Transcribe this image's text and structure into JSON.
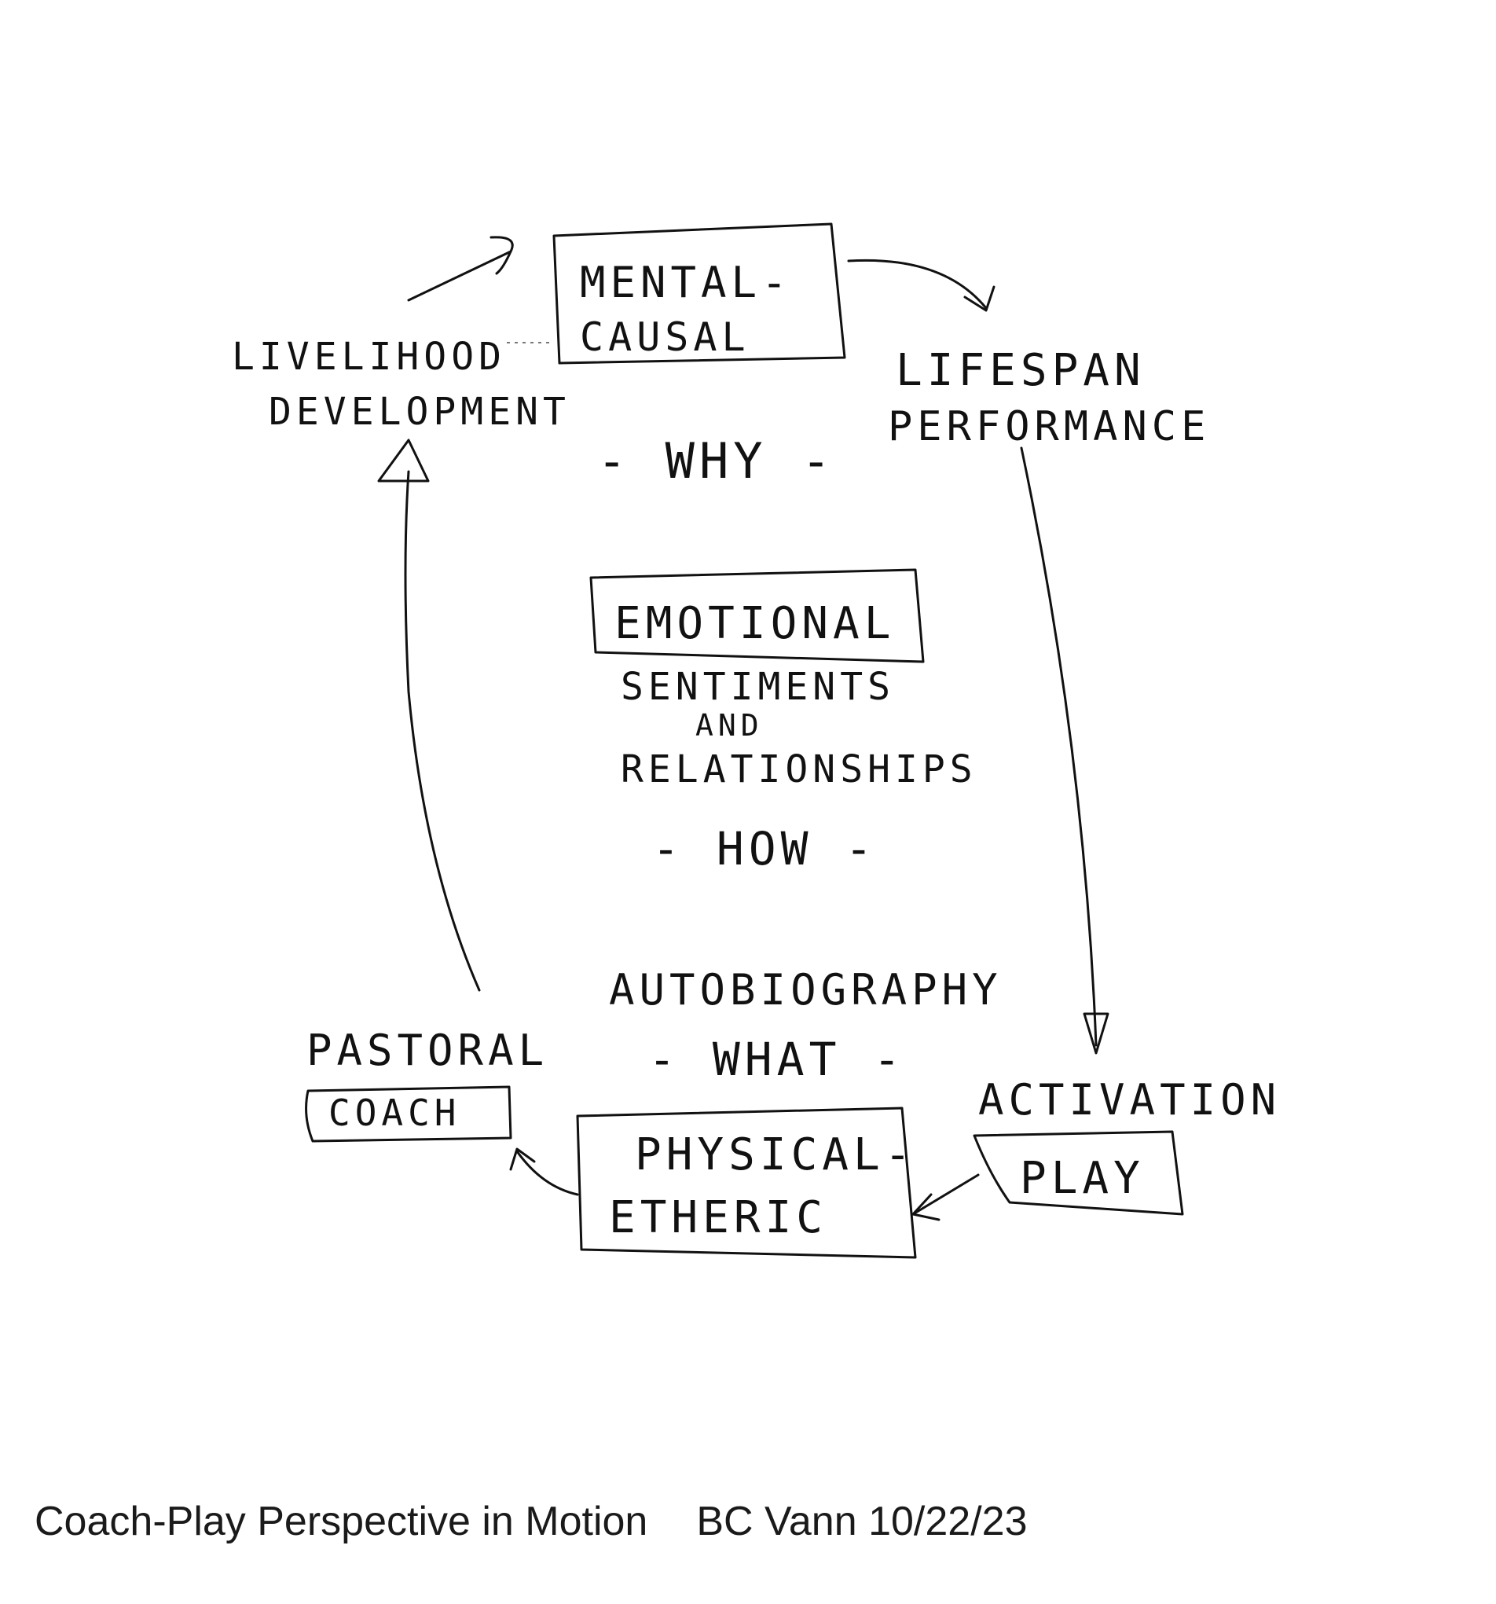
{
  "diagram": {
    "nodes": {
      "mental": {
        "line1": "MENTAL-",
        "line2": "CAUSAL"
      },
      "lifespan": {
        "line1": "LIFESPAN",
        "line2": "PERFORMANCE"
      },
      "livelihood": {
        "line1": "LIVELIHOOD",
        "line2": "DEVELOPMENT"
      },
      "why": "- WHY -",
      "emotional": "EMOTIONAL",
      "sentiments": {
        "line1": "SENTIMENTS",
        "line2": "AND",
        "line3": "RELATIONSHIPS"
      },
      "how": "- HOW -",
      "autobiography": "AUTOBIOGRAPHY",
      "what": "- WHAT -",
      "pastoral": "PASTORAL",
      "coach": "COACH",
      "physical": {
        "line1": "PHYSICAL-",
        "line2": "ETHERIC"
      },
      "activation": "ACTIVATION",
      "play": "PLAY"
    }
  },
  "caption": {
    "title": "Coach-Play Perspective in Motion",
    "author_date": "BC Vann 10/22/23"
  }
}
